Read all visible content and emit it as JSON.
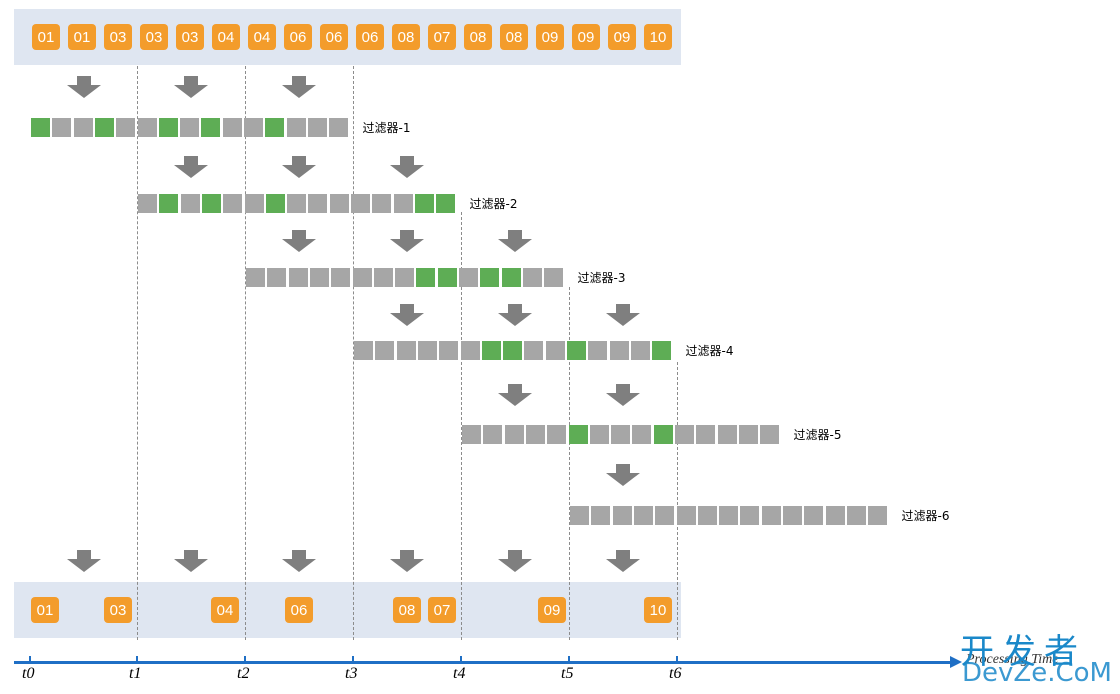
{
  "input_stream": [
    "01",
    "01",
    "03",
    "03",
    "03",
    "04",
    "04",
    "06",
    "06",
    "06",
    "08",
    "07",
    "08",
    "08",
    "09",
    "09",
    "09",
    "10"
  ],
  "filters": [
    {
      "label": "过滤器-1",
      "cells": [
        1,
        0,
        0,
        1,
        0,
        0,
        1,
        0,
        1,
        0,
        0,
        1,
        0,
        0,
        0
      ]
    },
    {
      "label": "过滤器-2",
      "cells": [
        0,
        1,
        0,
        1,
        0,
        0,
        1,
        0,
        0,
        0,
        0,
        0,
        0,
        1,
        1
      ]
    },
    {
      "label": "过滤器-3",
      "cells": [
        0,
        0,
        0,
        0,
        0,
        0,
        0,
        0,
        1,
        1,
        0,
        1,
        1,
        0,
        0
      ]
    },
    {
      "label": "过滤器-4",
      "cells": [
        0,
        0,
        0,
        0,
        0,
        0,
        1,
        1,
        0,
        0,
        1,
        0,
        0,
        0,
        1
      ]
    },
    {
      "label": "过滤器-5",
      "cells": [
        0,
        0,
        0,
        0,
        0,
        1,
        0,
        0,
        0,
        1,
        0,
        0,
        0,
        0,
        0
      ]
    },
    {
      "label": "过滤器-6",
      "cells": [
        0,
        0,
        0,
        0,
        0,
        0,
        0,
        0,
        0,
        0,
        0,
        0,
        0,
        0,
        0
      ]
    }
  ],
  "output_stream": [
    "01",
    "03",
    "04",
    "06",
    "08",
    "07",
    "09",
    "10"
  ],
  "timeline": {
    "ticks": [
      "t0",
      "t1",
      "t2",
      "t3",
      "t4",
      "t5",
      "t6"
    ],
    "axis_label": "Processing Time"
  },
  "watermark": {
    "cn": "开发者",
    "en": "DevZe.CoM"
  },
  "colors": {
    "tag": "#f39c2b",
    "cell": "#a6a6a6",
    "cell_hit": "#5ead55",
    "band": "#dfe6f1",
    "axis": "#1f6fc5",
    "arrow": "#7f7f7f"
  }
}
